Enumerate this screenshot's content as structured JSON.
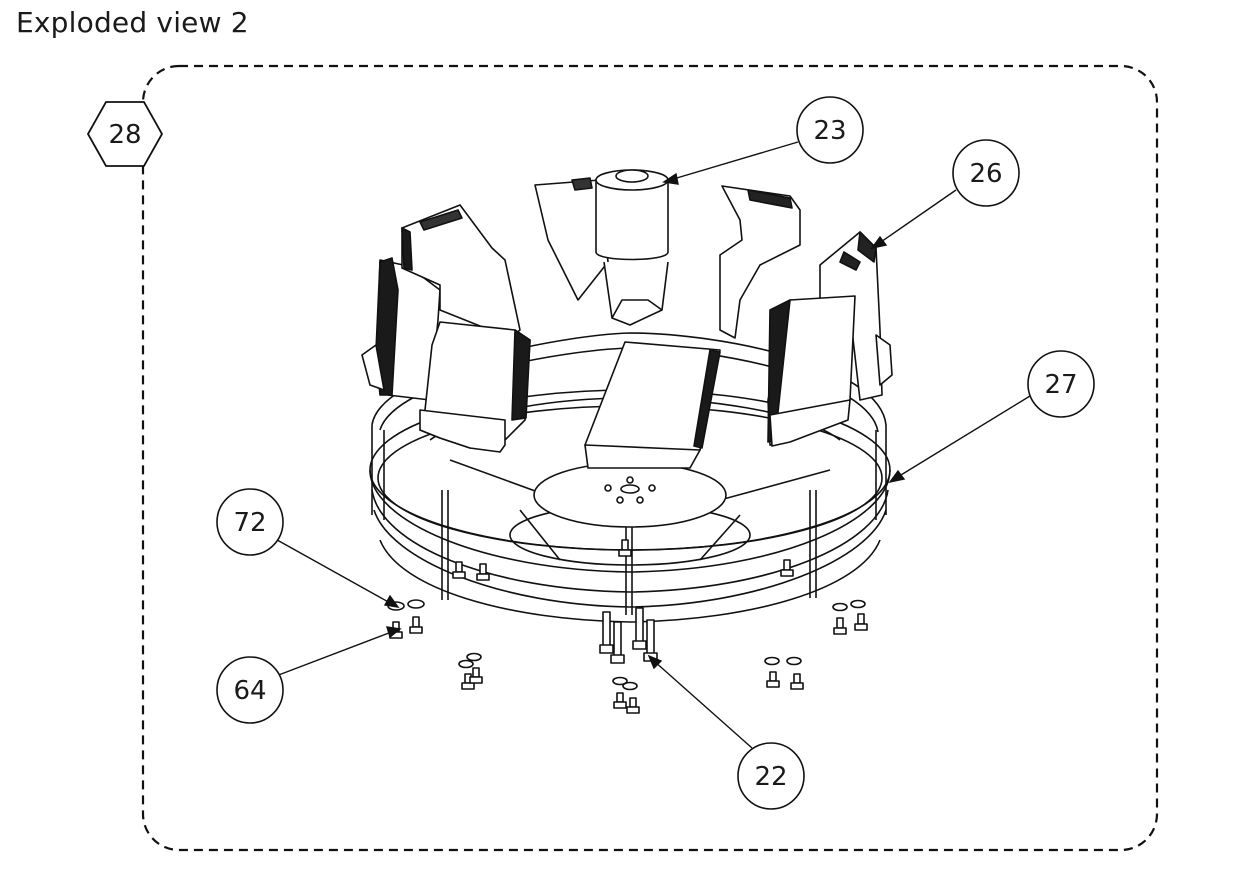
{
  "title": "Exploded view 2",
  "colors": {
    "line": "#111111",
    "fill": "#ffffff"
  },
  "assembly_label": "28",
  "callouts": [
    {
      "id": "23",
      "target": "hub-sleeve"
    },
    {
      "id": "26",
      "target": "paddle-blade"
    },
    {
      "id": "27",
      "target": "wire-cage-frame"
    },
    {
      "id": "72",
      "target": "washer"
    },
    {
      "id": "64",
      "target": "small-bolt"
    },
    {
      "id": "22",
      "target": "long-bolt"
    }
  ]
}
